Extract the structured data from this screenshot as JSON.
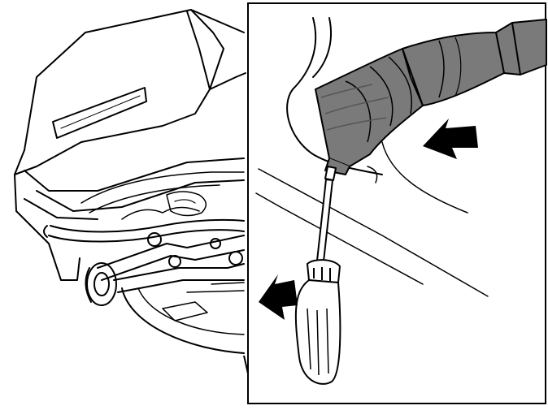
{
  "figure": {
    "description_visible_text": "",
    "panels": [
      {
        "id": "overview",
        "subject": "rear-underbody-of-vehicle"
      },
      {
        "id": "detail-inset",
        "subject": "screwdriver-releasing-rubber-hose-boot"
      }
    ],
    "arrows": [
      {
        "id": "push-arrow",
        "direction": "left"
      },
      {
        "id": "slide-arrow",
        "direction": "left"
      }
    ],
    "colors": {
      "line": "#000000",
      "hose": "#7a7a7a",
      "hose_dark": "#555555",
      "background": "#ffffff"
    }
  }
}
